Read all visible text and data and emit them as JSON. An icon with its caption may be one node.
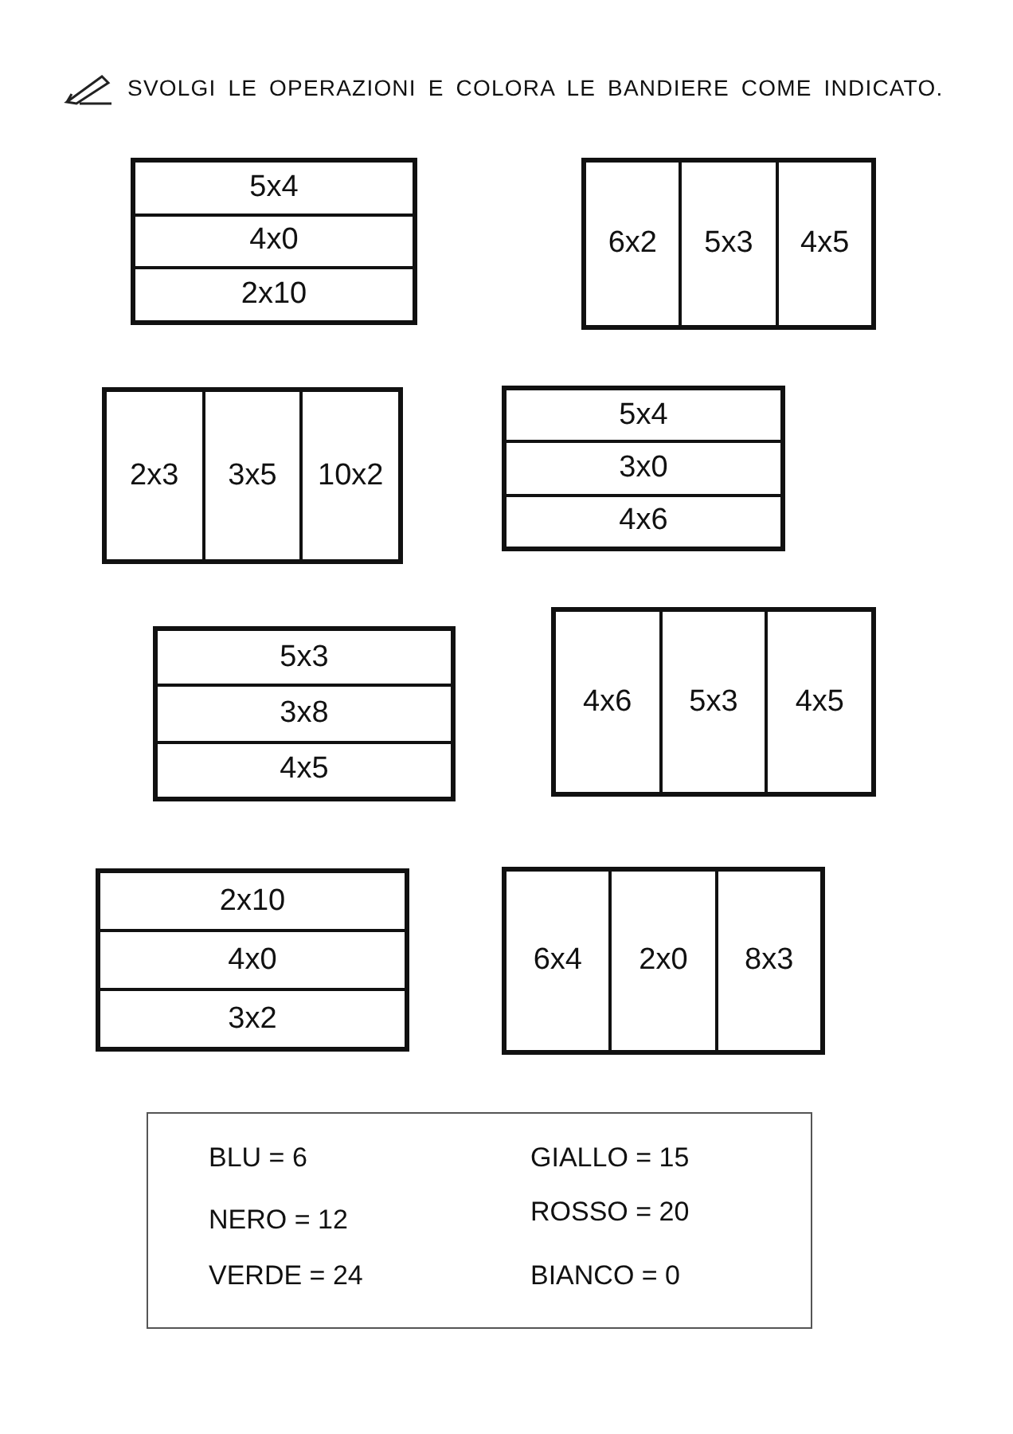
{
  "diagram": {
    "title": "SVOLGI LE OPERAZIONI E COLORA LE BANDIERE COME INDICATO.",
    "nodes": [
      {
        "text": [],
        "shape": "box"
      },
      {
        "text": [
          "5x4"
        ],
        "in": 0
      },
      {
        "text": [
          "4x0"
        ],
        "in": 0
      },
      {
        "text": [
          "2x10"
        ],
        "in": 0
      },
      {
        "text": [],
        "shape": "box"
      },
      {
        "text": [
          "6x2"
        ],
        "in": 4
      },
      {
        "text": [
          "5x3"
        ],
        "in": 4
      },
      {
        "text": [
          "4x5"
        ],
        "in": 4
      },
      {
        "text": [],
        "shape": "box"
      },
      {
        "text": [
          "2x3"
        ],
        "in": 8
      },
      {
        "text": [
          "3x5"
        ],
        "in": 8
      },
      {
        "text": [
          "10x2"
        ],
        "in": 8
      },
      {
        "text": [],
        "shape": "box"
      },
      {
        "text": [
          "5x4"
        ],
        "in": 12
      },
      {
        "text": [
          "3x0"
        ],
        "in": 12
      },
      {
        "text": [
          "4x6"
        ],
        "in": 12
      },
      {
        "text": [],
        "shape": "box"
      },
      {
        "text": [
          "5x3"
        ],
        "in": 16
      },
      {
        "text": [
          "3x8"
        ],
        "in": 16
      },
      {
        "text": [
          "4x5"
        ],
        "in": 16
      },
      {
        "text": [],
        "shape": "box"
      },
      {
        "text": [
          "4x6"
        ],
        "in": 20
      },
      {
        "text": [
          "5x3"
        ],
        "in": 20
      },
      {
        "text": [
          "4x5"
        ],
        "in": 20
      },
      {
        "text": [],
        "shape": "box"
      },
      {
        "text": [
          "2x10"
        ],
        "in": 24
      },
      {
        "text": [
          "4x0"
        ],
        "in": 24
      },
      {
        "text": [
          "3x2"
        ],
        "in": 24
      },
      {
        "text": [],
        "shape": "box"
      },
      {
        "text": [
          "6x4"
        ],
        "in": 28
      },
      {
        "text": [
          "2x0"
        ],
        "in": 28
      },
      {
        "text": [
          "8x3"
        ],
        "in": 28
      },
      {
        "text": [
          "BLU = 6",
          "GIALLO = 15",
          "NERO = 12",
          "ROSSO = 20",
          "VERDE = 24",
          "BIANCO = 0"
        ]
      }
    ]
  }
}
